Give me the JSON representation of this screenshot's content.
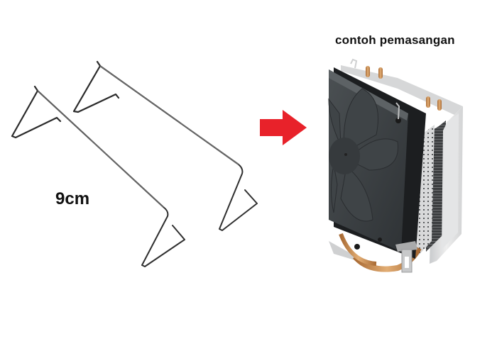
{
  "product": {
    "size_label": "9cm",
    "example_caption": "contoh pemasangan"
  },
  "figures": {
    "left": {
      "name": "fan-clip-wires",
      "count": 2,
      "description": "two metal wire fan clips"
    },
    "arrow": {
      "name": "arrow-right-icon",
      "color": "#e8222a"
    },
    "right": {
      "name": "cpu-cooler-installation-example",
      "description": "fan mounted on heatsink with wire clips"
    }
  },
  "colors": {
    "background": "#ffffff",
    "text": "#111111",
    "arrow": "#e8222a",
    "wire": "#3a3a3a",
    "fan_frame": "#3b4043",
    "fin_light": "#d9dadb",
    "copper": "#c98a4e"
  }
}
